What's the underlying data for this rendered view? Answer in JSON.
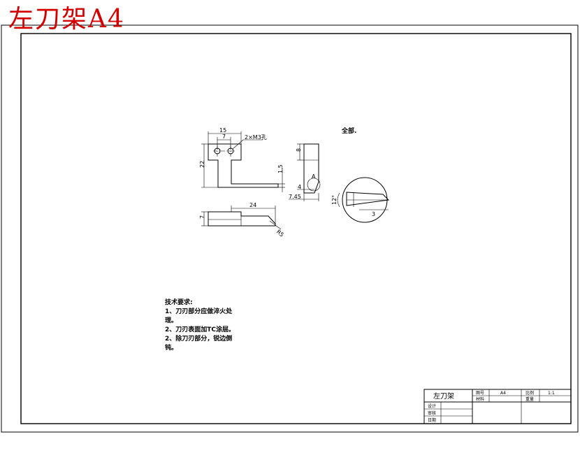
{
  "drawing": {
    "title": "左刀架A4",
    "section_label": "全部.",
    "dimensions": {
      "top_width": "15",
      "hole_spacing": "7",
      "hole_callout": "2×M3孔",
      "height_total": "22",
      "arm_thickness": "1.5",
      "side_height": "8",
      "side_offset": "4",
      "side_width": "7.45",
      "bottom_length": "24",
      "bottom_height": "7",
      "bottom_angle": "R5",
      "detail_label": "A",
      "detail_angle": "12°",
      "detail_length": "3"
    },
    "tech_requirements": {
      "heading": "技术要求:",
      "lines": [
        "1、刀刃部分应做淬火处",
        "理。",
        "2、刀刃表面加TC涂层。",
        "2、除刀刃部分，锐边倒",
        "钝。"
      ]
    },
    "title_block": {
      "name": "左刀架",
      "fields": [
        {
          "label": "图号",
          "value": "A4"
        },
        {
          "label": "比例",
          "value": "1:1"
        },
        {
          "label": "材料",
          "value": ""
        },
        {
          "label": "重量",
          "value": ""
        }
      ],
      "signatures": [
        "设计",
        "审核",
        "日期"
      ]
    }
  }
}
